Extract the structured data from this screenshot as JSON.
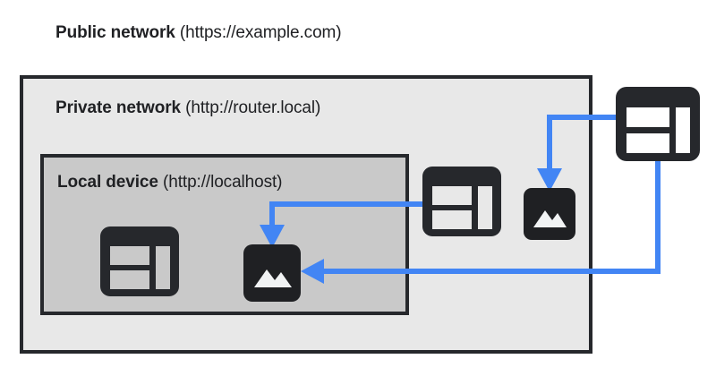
{
  "diagram": {
    "title": "Private network access diagram",
    "colors": {
      "arrow": "#4285f4",
      "icon_dark": "#26282c",
      "icon_image_dark": "#1f2023",
      "public_background": "#ffffff",
      "private_background": "#e8e8e8",
      "local_background": "#c9c9c9",
      "border": "#26282c",
      "text": "#202124"
    },
    "zones": [
      {
        "id": "public",
        "name_strong": "Public network",
        "name_plain": " (https://example.com)",
        "origin": "https://example.com"
      },
      {
        "id": "private",
        "name_strong": "Private network",
        "name_plain": " (http://router.local)",
        "origin": "http://router.local"
      },
      {
        "id": "local",
        "name_strong": "Local device",
        "name_plain": " (http://localhost)",
        "origin": "http://localhost"
      }
    ],
    "icons": [
      {
        "id": "browser-icon-local",
        "kind": "browser-window-icon",
        "zone": "local"
      },
      {
        "id": "image-icon-local",
        "kind": "image-icon",
        "zone": "local"
      },
      {
        "id": "browser-icon-private",
        "kind": "browser-window-icon",
        "zone": "private"
      },
      {
        "id": "image-icon-private",
        "kind": "image-icon",
        "zone": "private"
      },
      {
        "id": "browser-icon-public",
        "kind": "browser-window-icon",
        "zone": "public"
      }
    ],
    "arrows": [
      {
        "id": "public-to-private",
        "from": "browser-icon-public",
        "to": "image-icon-private",
        "direction": "down",
        "label": ""
      },
      {
        "id": "private-to-local",
        "from": "browser-icon-private",
        "to": "image-icon-local",
        "direction": "down",
        "label": ""
      },
      {
        "id": "public-to-local",
        "from": "browser-icon-public",
        "to": "image-icon-local",
        "direction": "left",
        "label": ""
      }
    ]
  }
}
